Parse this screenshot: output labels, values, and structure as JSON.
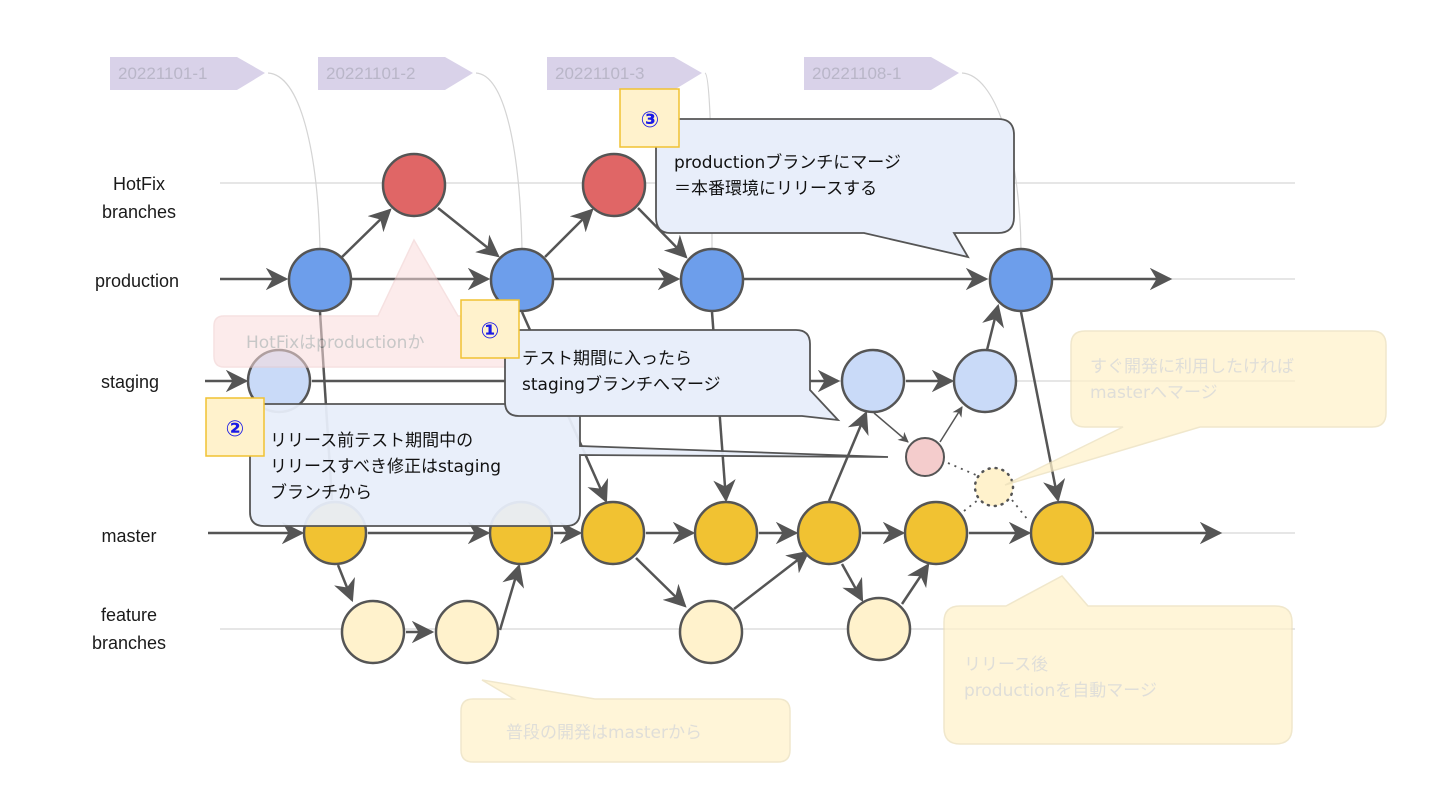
{
  "title": "Git branch strategy: HotFix / production / staging / master / feature",
  "lanes": [
    {
      "id": "hotfix",
      "label_lines": [
        "HotFix",
        "branches"
      ]
    },
    {
      "id": "production",
      "label_lines": [
        "production"
      ]
    },
    {
      "id": "staging",
      "label_lines": [
        "staging"
      ]
    },
    {
      "id": "master",
      "label_lines": [
        "master"
      ]
    },
    {
      "id": "feature",
      "label_lines": [
        "feature",
        "branches"
      ]
    }
  ],
  "release_tags": [
    "20221101-1",
    "20221101-2",
    "20221101-3",
    "20221108-1"
  ],
  "colors": {
    "hotfix": "#e06666",
    "production": "#6d9eeb",
    "staging": "#c9daf8",
    "staging_fix": "#f4cccc",
    "master": "#f1c232",
    "feature": "#fff2cc",
    "tag": "#d9d2e9",
    "note_bg": "#e8eefa",
    "step_bg": "#fff2cc",
    "step_border": "#f1c232",
    "step_number": "#1a1ae6",
    "edge": "#555555"
  },
  "commits": [
    {
      "id": "p1",
      "lane": "production",
      "col": 1
    },
    {
      "id": "h1",
      "lane": "hotfix",
      "col": 2
    },
    {
      "id": "p2",
      "lane": "production",
      "col": 3
    },
    {
      "id": "h2",
      "lane": "hotfix",
      "col": 4
    },
    {
      "id": "p3",
      "lane": "production",
      "col": 5
    },
    {
      "id": "p4",
      "lane": "production",
      "col": 9
    },
    {
      "id": "s1",
      "lane": "staging",
      "col": 0
    },
    {
      "id": "s2",
      "lane": "staging",
      "col": 7
    },
    {
      "id": "s3",
      "lane": "staging",
      "col": 8
    },
    {
      "id": "sf",
      "lane": "staging-fix",
      "col": 7.5
    },
    {
      "id": "mx",
      "lane": "master-pending",
      "col": 8.3
    },
    {
      "id": "m1",
      "lane": "master",
      "col": 1
    },
    {
      "id": "m2",
      "lane": "master",
      "col": 3
    },
    {
      "id": "m3",
      "lane": "master",
      "col": 4
    },
    {
      "id": "m4",
      "lane": "master",
      "col": 5
    },
    {
      "id": "m5",
      "lane": "master",
      "col": 6
    },
    {
      "id": "m6",
      "lane": "master",
      "col": 7
    },
    {
      "id": "m7",
      "lane": "master",
      "col": 9
    },
    {
      "id": "f1",
      "lane": "feature",
      "col": 1.5
    },
    {
      "id": "f2",
      "lane": "feature",
      "col": 2.5
    },
    {
      "id": "f3",
      "lane": "feature",
      "col": 4.5
    },
    {
      "id": "f4",
      "lane": "feature",
      "col": 6.5
    }
  ],
  "notes": {
    "step1": {
      "number": "①",
      "lines": [
        "テスト期間に入ったら",
        "stagingブランチへマージ"
      ]
    },
    "step2": {
      "number": "②",
      "lines": [
        "リリース前テスト期間中の",
        "リリースすべき修正はstaging",
        "ブランチから"
      ]
    },
    "step3": {
      "number": "③",
      "lines": [
        "productionブランチにマージ",
        "＝本番環境にリリースする"
      ]
    }
  },
  "faded_notes": {
    "hotfix_from_production": [
      "HotFixはproductionか"
    ],
    "merge_to_master": [
      "すぐ開発に利用したければ",
      "masterへマージ"
    ],
    "auto_merge": [
      "リリース後",
      "productionを自動マージ"
    ],
    "dev_from_master": [
      "普段の開発はmasterから"
    ]
  }
}
